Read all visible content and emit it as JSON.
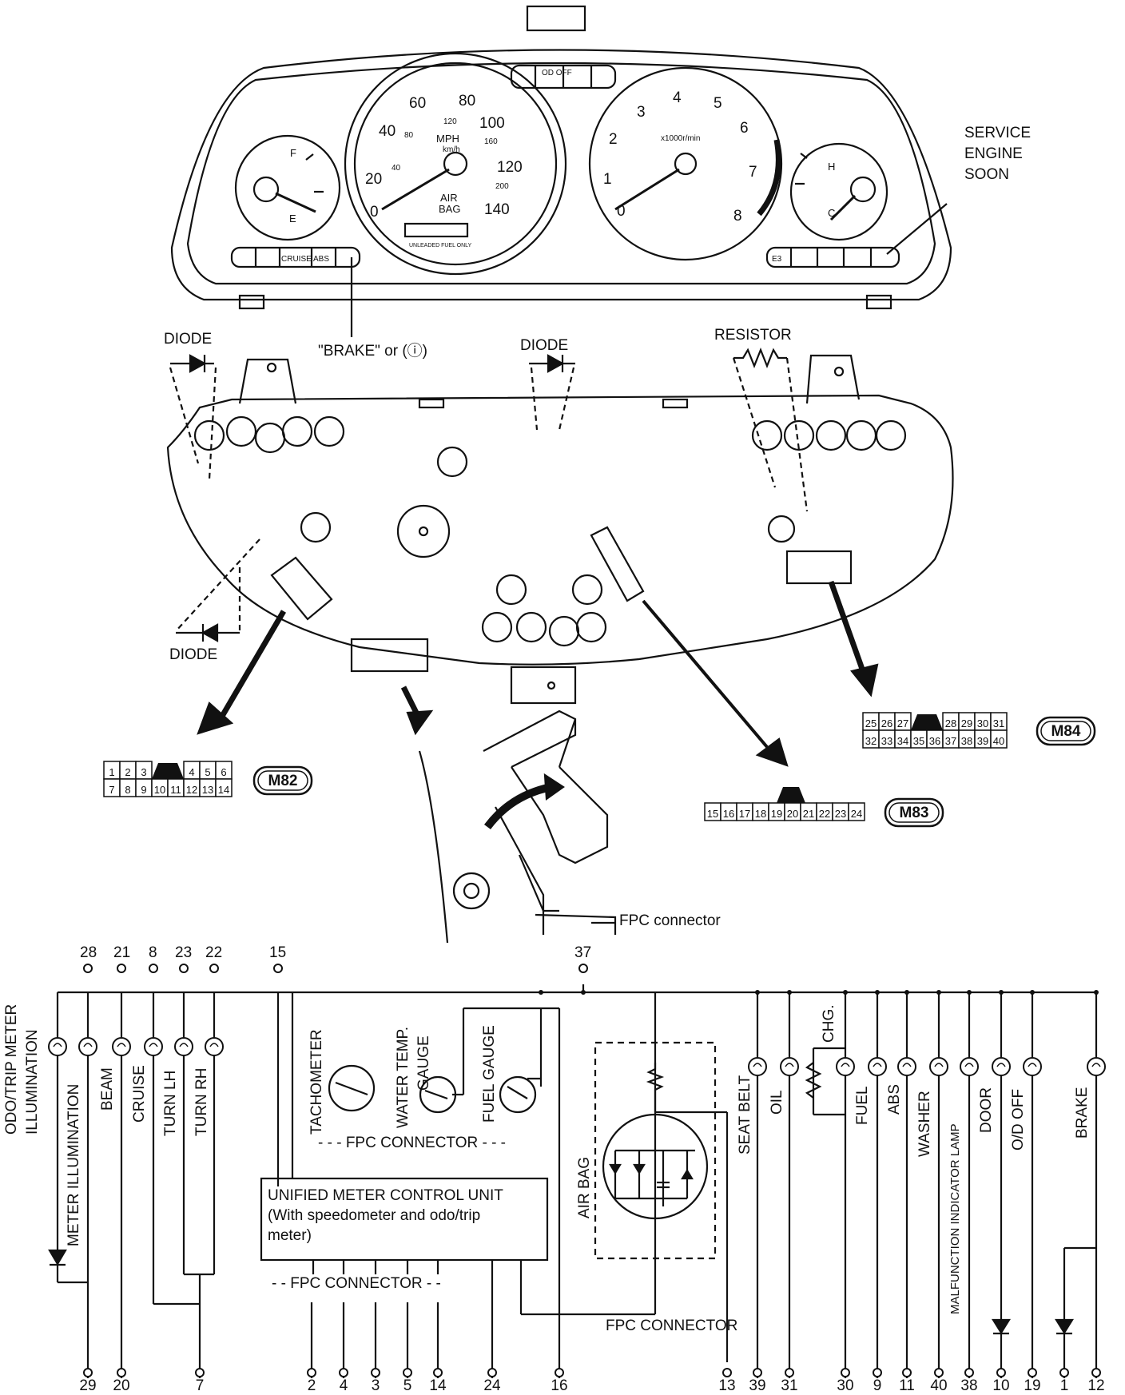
{
  "cluster": {
    "speedometer": {
      "mph_ticks": [
        "20",
        "40",
        "60",
        "80",
        "100",
        "120",
        "140"
      ],
      "kmh_ticks": [
        "40",
        "80",
        "120",
        "160",
        "200"
      ],
      "zero": "0",
      "unit": "MPH",
      "unit_sub": "km/h",
      "airbag": [
        "AIR",
        "BAG"
      ],
      "fuel_note": "UNLEADED FUEL ONLY"
    },
    "tachometer": {
      "ticks": [
        "0",
        "1",
        "2",
        "3",
        "4",
        "5",
        "6",
        "7",
        "8"
      ],
      "unit": "x1000r/min"
    },
    "fuel_gauge": {
      "full": "F",
      "empty": "E"
    },
    "temp_gauge": {
      "hot": "H",
      "cold": "C"
    },
    "top_indicators": [
      "OD OFF"
    ],
    "left_indicators": [
      "CRUISE",
      "ABS"
    ],
    "right_indicators": [
      "E3"
    ],
    "callout_service_engine": [
      "SERVICE",
      "ENGINE",
      "SOON"
    ],
    "callout_brake": "\"BRAKE\" or (ⓘ)"
  },
  "back_panel": {
    "diode_labels": [
      "DIODE",
      "DIODE",
      "DIODE"
    ],
    "resistor_label": "RESISTOR"
  },
  "connectors": {
    "m82": {
      "name": "M82",
      "row1": [
        "1",
        "2",
        "3",
        "4",
        "5",
        "6"
      ],
      "row2": [
        "7",
        "8",
        "9",
        "10",
        "11",
        "12",
        "13",
        "14"
      ]
    },
    "m83": {
      "name": "M83",
      "row": [
        "15",
        "16",
        "17",
        "18",
        "19",
        "20",
        "21",
        "22",
        "23",
        "24"
      ]
    },
    "m84": {
      "name": "M84",
      "row1": [
        "25",
        "26",
        "27",
        "28",
        "29",
        "30",
        "31"
      ],
      "row2": [
        "32",
        "33",
        "34",
        "35",
        "36",
        "37",
        "38",
        "39",
        "40"
      ]
    },
    "fpc_label": "FPC connector"
  },
  "schematic": {
    "top_pins": [
      "28",
      "21",
      "8",
      "23",
      "22",
      "15",
      "37"
    ],
    "bottom_pins": [
      "29",
      "20",
      "7",
      "2",
      "4",
      "3",
      "5",
      "14",
      "24",
      "16",
      "13",
      "39",
      "31",
      "30",
      "9",
      "11",
      "40",
      "38",
      "10",
      "19",
      "1",
      "12"
    ],
    "left_labels": [
      "ODO/TRIP METER",
      "ILLUMINATION"
    ],
    "lamp_labels": [
      "METER ILLUMINATION",
      "BEAM",
      "CRUISE",
      "TURN LH",
      "TURN RH"
    ],
    "gauge_labels": [
      "TACHOMETER",
      "WATER TEMP.",
      "GAUGE",
      "FUEL GAUGE"
    ],
    "fpc_connector": "- - - FPC CONNECTOR - - -",
    "fpc_connector_lower": "- - FPC CONNECTOR - -",
    "fpc_connector_right": "FPC CONNECTOR",
    "control_unit": [
      "UNIFIED METER CONTROL UNIT",
      "(With speedometer and odo/trip",
      "meter)"
    ],
    "airbag_label": "AIR BAG",
    "right_labels": [
      "SEAT BELT",
      "OIL",
      "CHG.",
      "FUEL",
      "ABS",
      "WASHER",
      "MALFUNCTION INDICATOR LAMP",
      "DOOR",
      "O/D OFF",
      "BRAKE"
    ]
  }
}
